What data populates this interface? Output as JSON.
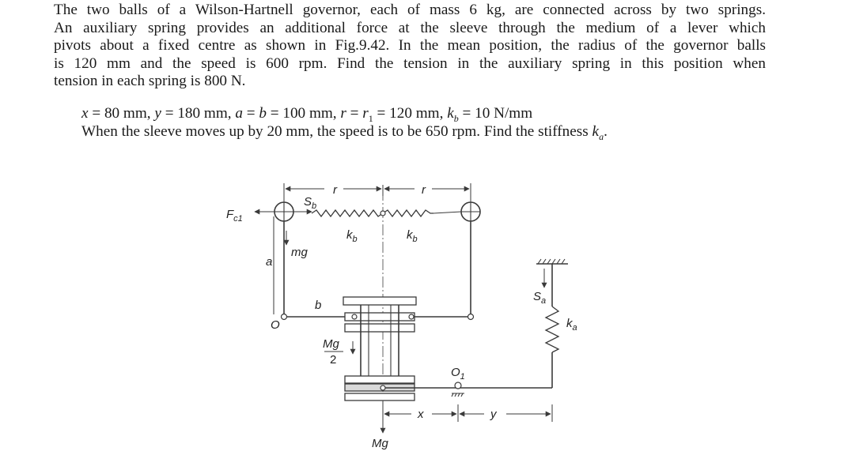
{
  "problem": {
    "lines": [
      "The two balls of a Wilson-Hartnell governor, each of mass 6 kg, are connected across by two springs.",
      "An auxiliary spring provides an additional force at the sleeve through the medium of a lever which",
      "pivots about a fixed centre as shown in Fig.9.42. In the mean position, the radius of the governor balls",
      "is 120 mm and the speed is 600 rpm. Find the tension in the auxiliary spring in this position when",
      "tension in each spring is 800 N."
    ],
    "given": {
      "x_sym": "x",
      "x_val": " = 80 mm, ",
      "y_sym": "y",
      "y_val": " = 180 mm, ",
      "ab_sym": "a",
      "ab_eq": " = ",
      "b_sym": "b",
      "ab_val": " = 100 mm, ",
      "r_sym": "r",
      "r_eq": " = ",
      "r1_sym": "r",
      "r1_sub": "1",
      "r_val": " = 120 mm, ",
      "kb_sym": "k",
      "kb_sub": "b",
      "kb_val": " = 10 N/mm"
    },
    "task": {
      "text": "When the sleeve moves up by 20 mm, the speed is to be 650 rpm. Find the stiffness ",
      "ka_sym": "k",
      "ka_sub": "a",
      "end": "."
    }
  },
  "figure": {
    "labels": {
      "fc1_main": "F",
      "fc1_sub": "c1",
      "sb_main": "S",
      "sb_sub": "b",
      "r_left": "r",
      "r_right": "r",
      "kb_left_main": "k",
      "kb_left_sub": "b",
      "kb_right_main": "k",
      "kb_right_sub": "b",
      "mg": "mg",
      "a": "a",
      "b": "b",
      "o": "O",
      "mg2_num": "Mg",
      "mg2_den": "2",
      "o1_main": "O",
      "o1_sub": "1",
      "sa_main": "S",
      "sa_sub": "a",
      "ka_main": "k",
      "ka_sub": "a",
      "x": "x",
      "y": "y",
      "mg_bottom": "Mg"
    }
  }
}
